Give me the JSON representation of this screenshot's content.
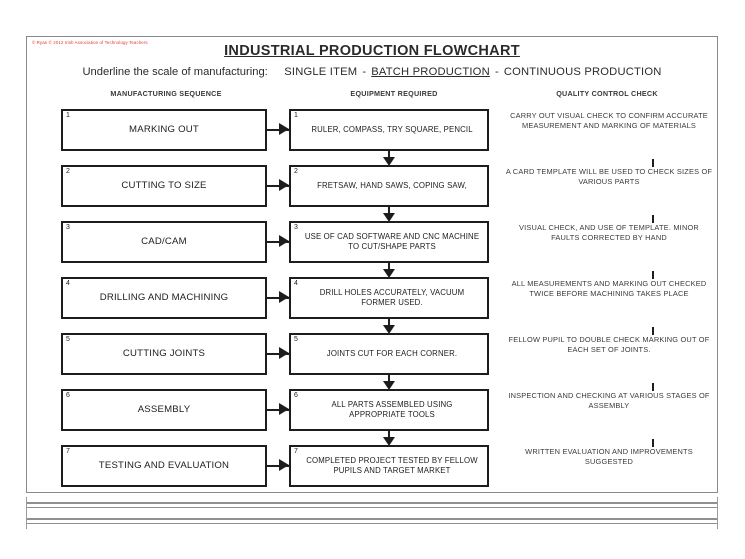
{
  "document": {
    "copyright": "© Ryan © 2012 Irish Association of Technology Teachers",
    "title": "INDUSTRIAL PRODUCTION FLOWCHART",
    "subtitle_prompt": "Underline the scale of manufacturing:",
    "scale_options": [
      {
        "label": "SINGLE ITEM",
        "selected": false
      },
      {
        "label": "BATCH PRODUCTION",
        "selected": true
      },
      {
        "label": "CONTINUOUS PRODUCTION",
        "selected": false
      }
    ],
    "separator": "-"
  },
  "columns": {
    "sequence": "MANUFACTURING SEQUENCE",
    "equipment": "EQUIPMENT REQUIRED",
    "quality": "QUALITY CONTROL CHECK"
  },
  "rows": [
    {
      "number": "1",
      "sequence": "MARKING OUT",
      "equipment": "RULER, COMPASS, TRY SQUARE, PENCIL",
      "quality": "CARRY OUT VISUAL CHECK TO CONFIRM ACCURATE MEASUREMENT AND MARKING OF MATERIALS"
    },
    {
      "number": "2",
      "sequence": "CUTTING TO SIZE",
      "equipment": "FRETSAW, HAND SAWS, COPING SAW,",
      "quality": "A CARD TEMPLATE WILL BE USED TO CHECK SIZES OF VARIOUS PARTS"
    },
    {
      "number": "3",
      "sequence": "CAD/CAM",
      "equipment": "USE OF CAD SOFTWARE AND CNC MACHINE TO CUT/SHAPE PARTS",
      "quality": "VISUAL CHECK, AND USE OF TEMPLATE. MINOR FAULTS CORRECTED BY HAND"
    },
    {
      "number": "4",
      "sequence": "DRILLING AND MACHINING",
      "equipment": "DRILL HOLES ACCURATELY, VACUUM FORMER USED.",
      "quality": "ALL MEASUREMENTS AND MARKING OUT CHECKED TWICE BEFORE MACHINING TAKES PLACE"
    },
    {
      "number": "5",
      "sequence": "CUTTING JOINTS",
      "equipment": "JOINTS CUT FOR EACH CORNER.",
      "quality": "FELLOW PUPIL TO DOUBLE CHECK MARKING OUT OF EACH SET OF JOINTS."
    },
    {
      "number": "6",
      "sequence": "ASSEMBLY",
      "equipment": "ALL PARTS ASSEMBLED USING APPROPRIATE TOOLS",
      "quality": "INSPECTION AND CHECKING AT VARIOUS STAGES OF ASSEMBLY"
    },
    {
      "number": "7",
      "sequence": "TESTING AND EVALUATION",
      "equipment": "COMPLETED PROJECT TESTED BY FELLOW PUPILS AND TARGET MARKET",
      "quality": "WRITTEN EVALUATION  AND IMPROVEMENTS SUGGESTED"
    }
  ],
  "colors": {
    "copyright": "#e03a3a",
    "box_border": "#1d1d1d",
    "frame": "#8a8a8a",
    "text": "#2b2b2b"
  }
}
